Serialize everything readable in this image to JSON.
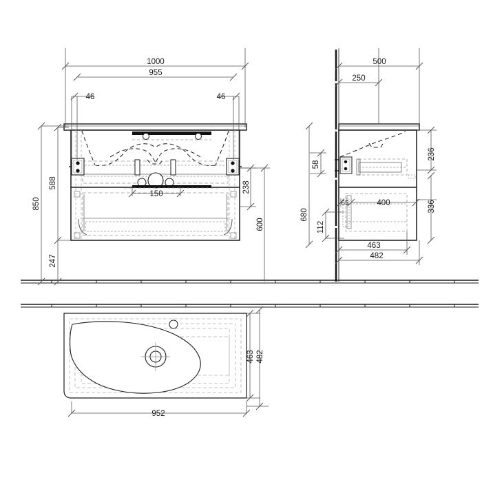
{
  "drawing": {
    "title": "Bathroom vanity unit with washbasin - technical drawing",
    "background": "#ffffff",
    "line_color": "#1a1a1a",
    "hidden_line_color": "#9a9a9a",
    "dim_line_color": "#555555",
    "views": {
      "front": {
        "name": "front-elevation"
      },
      "side": {
        "name": "side-elevation"
      },
      "plan": {
        "name": "plan-view"
      }
    }
  },
  "dimensions": {
    "front": {
      "overall_width": "1000",
      "cabinet_width": "955",
      "left_inset": "46",
      "right_inset": "46",
      "overall_height": "850",
      "cabinet_height": "588",
      "floor_gap": "247",
      "drawer_lower": "600",
      "drawer_upper": "238",
      "waste_offset": "150"
    },
    "side": {
      "overall_depth": "500",
      "half_depth": "250",
      "basin_height": "236",
      "wall_offset": "58",
      "cabinet_height": "680",
      "cabinet_lower": "336",
      "drawer_inner": "400",
      "front_inset": "65",
      "plinth": "112",
      "body_depth": "463",
      "top_depth": "482"
    },
    "plan": {
      "width": "952",
      "inner_depth": "463",
      "outer_depth": "482"
    }
  },
  "labels": {
    "d1000": "1000",
    "d955": "955",
    "d46a": "46",
    "d46b": "46",
    "d850": "850",
    "d588": "588",
    "d247": "247",
    "d600": "600",
    "d238": "238",
    "d150": "150",
    "d500": "500",
    "d250": "250",
    "d236": "236",
    "d58": "58",
    "d680": "680",
    "d336": "336",
    "d400": "400",
    "d65": "65",
    "d112": "112",
    "d463": "463",
    "d482": "482",
    "p952": "952",
    "p463": "463",
    "p482": "482"
  }
}
